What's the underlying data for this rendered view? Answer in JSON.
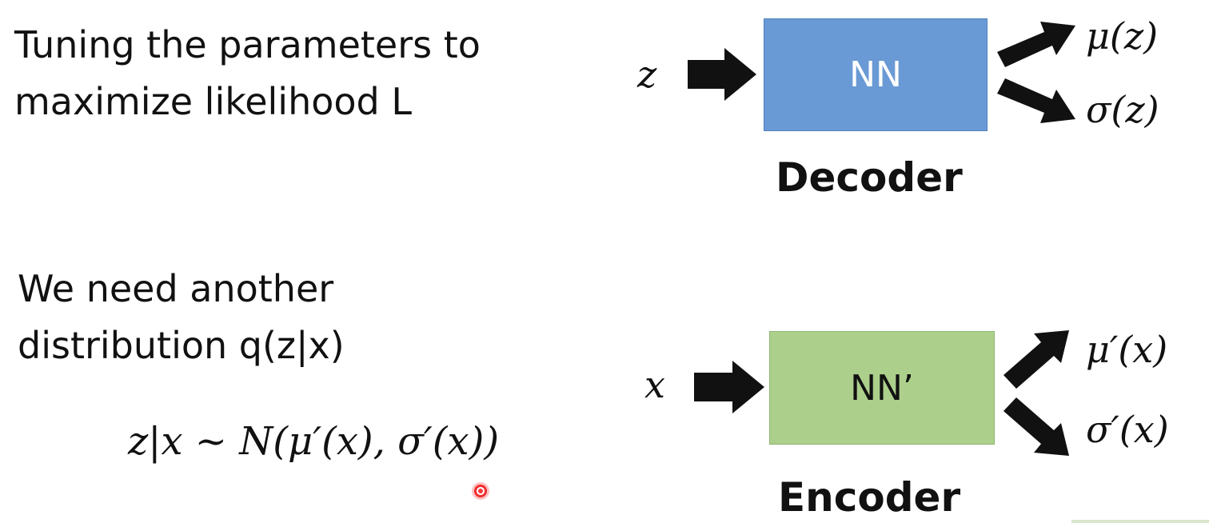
{
  "text": {
    "top_line1": "Tuning the parameters to",
    "top_line2": "maximize likelihood L",
    "bottom_line1": "We need another",
    "bottom_line2": "distribution q(z|x)",
    "formula": "z|x ~ N(μ′(x), σ′(x))"
  },
  "decoder": {
    "input": "z",
    "box_label": "NN",
    "output_mu": "μ(z)",
    "output_sigma": "σ(z)",
    "caption": "Decoder",
    "box_color": "#6a9ad5"
  },
  "encoder": {
    "input": "x",
    "box_label": "NN’",
    "output_mu": "μ′(x)",
    "output_sigma": "σ′(x)",
    "caption": "Encoder",
    "box_color": "#acd08c"
  }
}
